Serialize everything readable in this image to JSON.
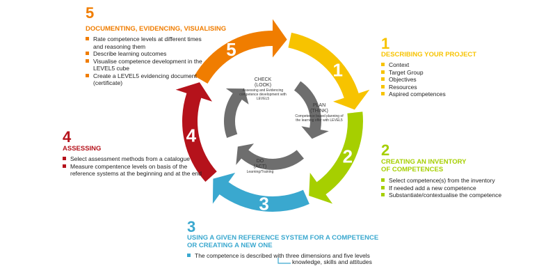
{
  "colors": {
    "step1": "#f7c300",
    "step2": "#a6cf00",
    "step3": "#3aa8cf",
    "step4": "#b5121b",
    "step5": "#f07d00",
    "inner_arrow": "#6e6e6e"
  },
  "segments": [
    {
      "number": "1"
    },
    {
      "number": "2"
    },
    {
      "number": "3"
    },
    {
      "number": "4"
    },
    {
      "number": "5"
    }
  ],
  "steps": [
    {
      "number": "1",
      "title": "DESCRIBING YOUR PROJECT",
      "items": [
        "Context",
        "Target Group",
        "Objectives",
        "Resources",
        "Aspired competences"
      ]
    },
    {
      "number": "2",
      "title_line1": "CREATING AN  INVENTORY",
      "title_line2": "OF COMPETENCES",
      "items": [
        "Select competence(s) from the inventory",
        "If needed add a new competence",
        "Substantiate/contextualise the competence"
      ]
    },
    {
      "number": "3",
      "title_line1": "USING A GIVEN REFERENCE SYSTEM FOR A COMPETENCE",
      "title_line2": "OR CREATING A NEW ONE",
      "items": [
        "The competence is described with three dimensions and five levels"
      ],
      "sub_note": "knowledge, skills and attitudes"
    },
    {
      "number": "4",
      "title": "ASSESSING",
      "items": [
        "Select assessment methods from a catalogue",
        "Measure compentence levels on basis of the reference systems at the beginning and at the end"
      ]
    },
    {
      "number": "5",
      "title": "DOCUMENTING, EVIDENCING, VISUALISING",
      "items": [
        "Rate competence levels at different times and reasoning them",
        "Describe learning outcomes",
        "Visualise competence development in the LEVEL5 cube",
        "Create a LEVEL5 evidencing document (certificate)"
      ]
    }
  ],
  "inner": {
    "check": {
      "title": "CHECK",
      "subtitle": "(LOOK)",
      "desc": "Assessing and Evidencing competence development with LEVEL5"
    },
    "plan": {
      "title": "PLAN",
      "subtitle": "(THINK)",
      "desc": "Competence based planning of the learning offer with LEVEL5"
    },
    "do": {
      "title": "DO",
      "subtitle": "(ACT)",
      "desc": "Learning/Training"
    }
  }
}
